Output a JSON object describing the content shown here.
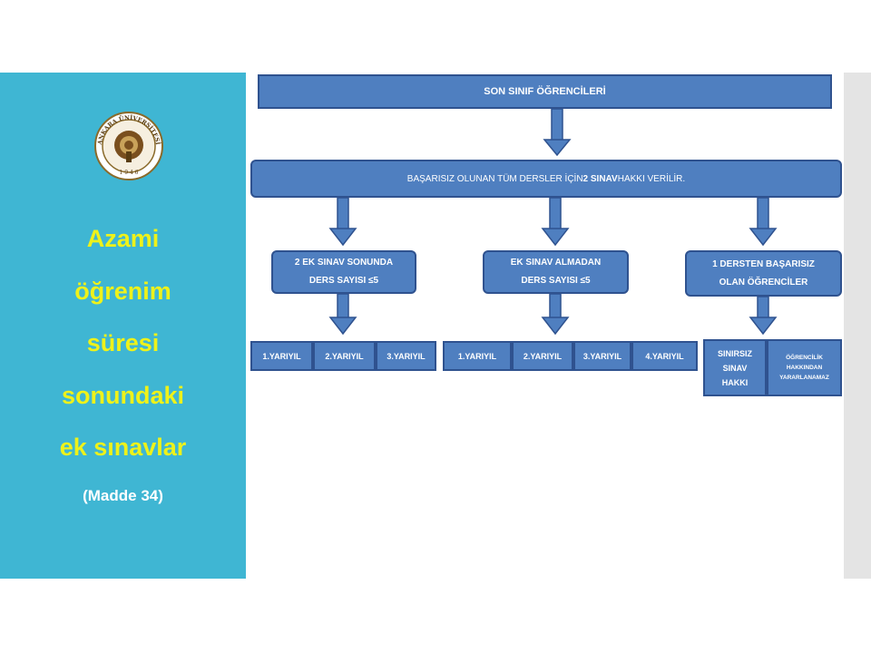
{
  "sidebar": {
    "title_lines": [
      "Azami",
      "öğrenim",
      "süresi",
      "sonundaki",
      "ek sınavlar"
    ],
    "subtitle": "(Madde  34)",
    "logo": {
      "ring_text": "ANKARA ÜNİVERSİTESİ",
      "year": "1 9 4 6"
    }
  },
  "diagram": {
    "top": "SON SINIF ÖĞRENCİLERİ",
    "rule": {
      "pre": "BAŞARISIZ OLUNAN TÜM DERSLER İÇİN ",
      "bold": "2 SINAV",
      "post": " HAKKI VERİLİR."
    },
    "branches": [
      {
        "line1": "2 EK SINAV SONUNDA",
        "line2": "DERS SAYISI ≤5"
      },
      {
        "line1": "EK SINAV ALMADAN",
        "line2": "DERS SAYISI ≤5"
      },
      {
        "line1": "1 DERSTEN BAŞARISIZ",
        "line2": "OLAN ÖĞRENCİLER"
      }
    ],
    "group1": [
      "1.YARIYIL",
      "2.YARIYIL",
      "3.YARIYIL"
    ],
    "group2": [
      "1.YARIYIL",
      "2.YARIYIL",
      "3.YARIYIL",
      "4.YARIYIL"
    ],
    "group3": {
      "left": [
        "SINIRSIZ",
        "SINAV",
        "HAKKI"
      ],
      "right": [
        "ÖĞRENCİLİK",
        "HAKKINDAN",
        "YARARLANAMAZ"
      ]
    }
  },
  "colors": {
    "sidebar": "#3fb6d3",
    "title": "#eef21a",
    "box_fill": "#4f7fc0",
    "box_border": "#2f528f"
  }
}
